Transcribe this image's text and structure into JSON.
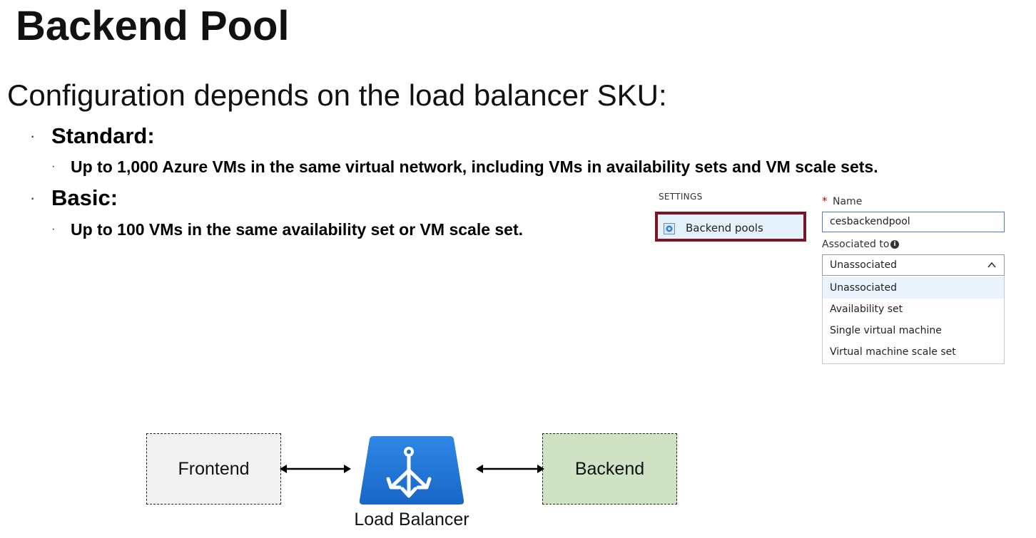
{
  "slide": {
    "title": "Backend Pool",
    "subtitle": "Configuration depends on the load balancer SKU:",
    "bullets": [
      {
        "label": "Standard:",
        "sub": "Up to 1,000 Azure VMs in the same virtual network, including VMs in availability sets and VM scale sets."
      },
      {
        "label": "Basic:",
        "sub": "Up to 100 VMs in the same availability set or VM scale set."
      }
    ],
    "bullet_glyph": "·"
  },
  "portal": {
    "settings_heading": "SETTINGS",
    "menu_item": {
      "label": "Backend pools",
      "icon": "backend-pool-icon"
    },
    "highlight_color": "#7a1526",
    "name_field": {
      "required_mark": "*",
      "label": "Name",
      "value": "cesbackendpool"
    },
    "associated_to": {
      "label": "Associated to",
      "info_icon": "i",
      "selected": "Unassociated",
      "options": [
        "Unassociated",
        "Availability set",
        "Single virtual machine",
        "Virtual machine scale set"
      ]
    }
  },
  "diagram": {
    "frontend": "Frontend",
    "backend": "Backend",
    "load_balancer": "Load Balancer",
    "colors": {
      "frontend_fill": "#f2f2f2",
      "backend_fill": "#cfe3c4",
      "lb_fill": "#1f6fd1"
    }
  }
}
